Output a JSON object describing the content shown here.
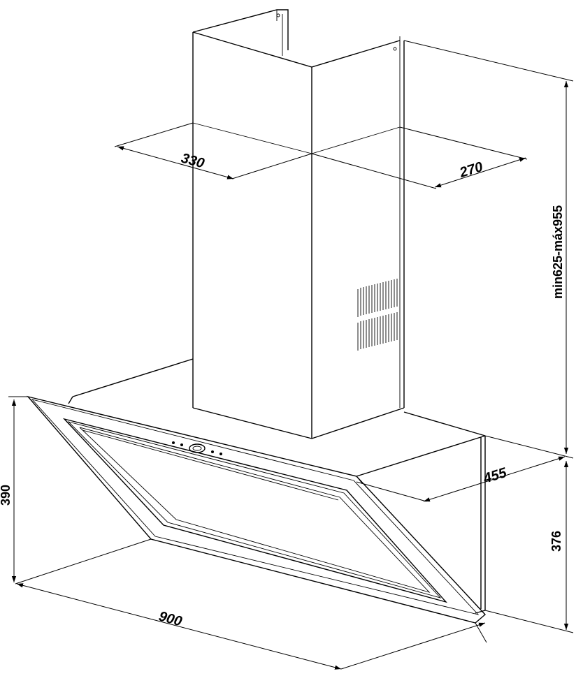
{
  "dimensions": {
    "duct_depth": "330",
    "duct_width": "270",
    "chimney_height": "min625-máx955",
    "hood_depth": "455",
    "canopy_height": "390",
    "body_height": "376",
    "hood_width": "900"
  }
}
